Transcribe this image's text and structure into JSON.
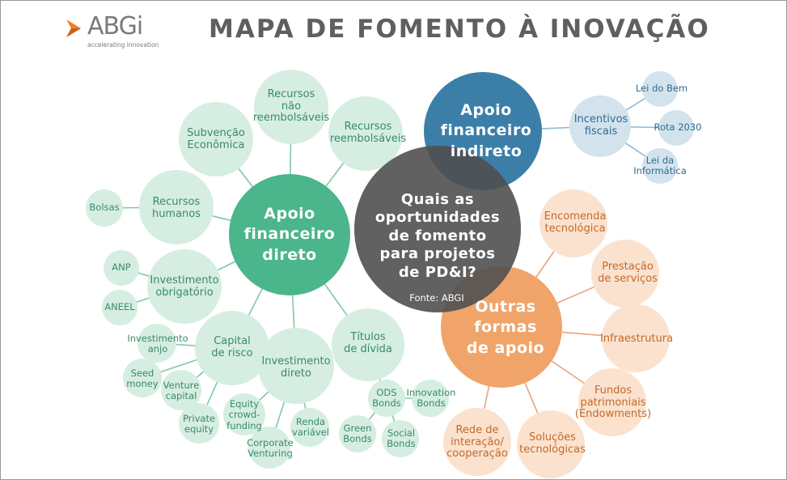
{
  "header": {
    "logo_text": "ABGi",
    "logo_tagline": "accelerating innovation",
    "title": "MAPA DE FOMENTO À INOVAÇÃO"
  },
  "center": {
    "label": "Quais as\noportunidades\nde fomento\npara projetos\nde PD&I?",
    "source": "Fonte: ABGI"
  },
  "hubs": {
    "direct": "Apoio\nfinanceiro\ndireto",
    "indirect": "Apoio\nfinanceiro\nindireto",
    "other": "Outras\nformas\nde apoio"
  },
  "direct_nodes": {
    "nonreimbursable": "Recursos\nnão\nreembolsáveis",
    "reimbursable": "Recursos\nreembolsáveis",
    "subsidy": "Subvenção\nEconômica",
    "human": "Recursos\nhumanos",
    "grants": "Bolsas",
    "mandatory": "Investimento\nobrigatório",
    "anp": "ANP",
    "aneel": "ANEEL",
    "venture": "Capital\nde risco",
    "angel": "Investimento\nanjo",
    "seed": "Seed\nmoney",
    "vc": "Venture\ncapital",
    "pe": "Private\nequity",
    "crowd": "Equity\ncrowd-\nfunding",
    "direct_inv": "Investimento\ndireto",
    "corporate": "Corporate\nVenturing",
    "income": "Renda\nvariável",
    "debt": "Títulos\nde dívida",
    "ods": "ODS\nBonds",
    "innov_bonds": "Innovation\nBonds",
    "green": "Green\nBonds",
    "social": "Social\nBonds"
  },
  "indirect_nodes": {
    "tax": "Incentivos\nfiscais",
    "lei_bem": "Lei do Bem",
    "rota": "Rota 2030",
    "lei_info": "Lei da\nInformática"
  },
  "other_nodes": {
    "order": "Encomenda\ntecnológica",
    "services": "Prestação\nde serviços",
    "infra": "Infraestrutura",
    "funds": "Fundos\npatrimoniais\n(Endowments)",
    "solutions": "Soluções\ntecnológicas",
    "network": "Rede de\ninteração/\ncooperação"
  },
  "colors": {
    "green_hub": "#4bb58b",
    "green_light": "#d6eee2",
    "blue_hub": "#3b7fa8",
    "blue_light": "#d3e3ee",
    "orange_hub": "#f0a46a",
    "orange_light": "#fbe2cf",
    "center": "#5a5a5a",
    "title": "#5f5f5f",
    "logo_accent": "#f07f2d"
  }
}
